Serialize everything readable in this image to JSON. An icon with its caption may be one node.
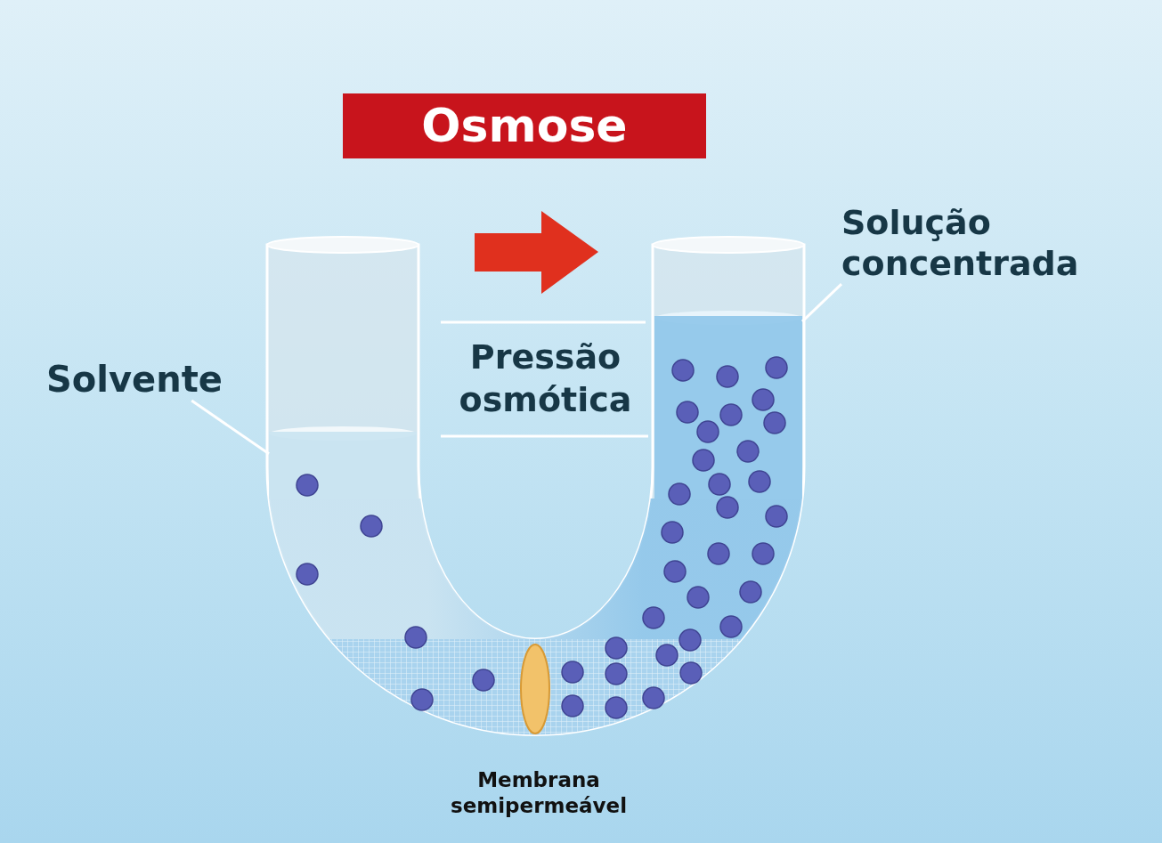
{
  "diagram": {
    "title": "Osmose",
    "nodes": [
      {
        "text": [
          "Solvente"
        ]
      },
      {
        "text": [],
        "shape": "picture"
      },
      {
        "text": [
          "Solução concentrada"
        ]
      },
      {
        "text": [],
        "shape": "picture"
      }
    ],
    "edges": [
      {
        "from": 0,
        "to": 1,
        "arrow": "none"
      },
      {
        "from": 2,
        "to": 3,
        "arrow": "none"
      }
    ],
    "labels": [
      "Pressão osmótica",
      "Membrana semipermeável"
    ]
  }
}
